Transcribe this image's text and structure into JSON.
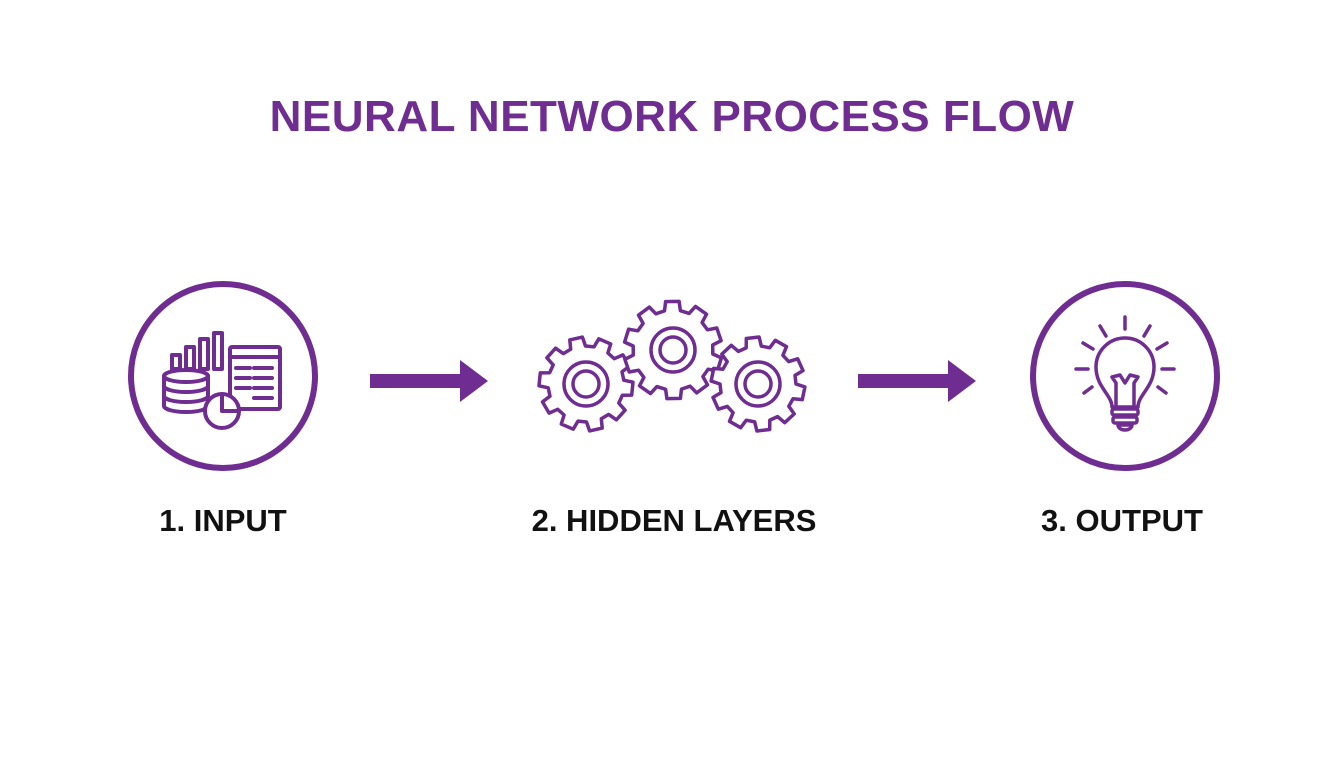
{
  "title": "NEURAL NETWORK PROCESS FLOW",
  "colors": {
    "accent": "#6f2c91",
    "label": "#111111",
    "background": "#ffffff"
  },
  "steps": [
    {
      "label": "1. INPUT",
      "icon": "data-input-icon"
    },
    {
      "label": "2. HIDDEN LAYERS",
      "icon": "gears-icon"
    },
    {
      "label": "3. OUTPUT",
      "icon": "lightbulb-icon"
    }
  ]
}
